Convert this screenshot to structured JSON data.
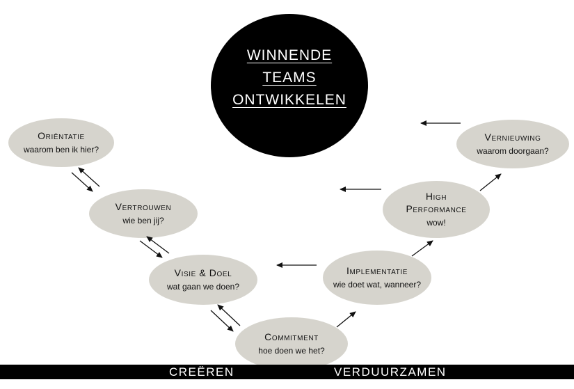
{
  "center": {
    "lines": [
      "WINNENDE",
      "TEAMS",
      "ONTWIKKELEN"
    ]
  },
  "nodes": {
    "orientatie": {
      "title": "Oriëntatie",
      "subtitle": "waarom ben ik hier?"
    },
    "vertrouwen": {
      "title": "Vertrouwen",
      "subtitle": "wie ben jij?"
    },
    "visie": {
      "title": "Visie & Doel",
      "subtitle": "wat gaan we doen?"
    },
    "commitment": {
      "title": "Commitment",
      "subtitle": "hoe doen we het?"
    },
    "implementatie": {
      "title": "Implementatie",
      "subtitle": "wie doet wat, wanneer?"
    },
    "high": {
      "title1": "High",
      "title2": "Performance",
      "subtitle": "wow!"
    },
    "vernieuwing": {
      "title": "Vernieuwing",
      "subtitle": "waarom doorgaan?"
    }
  },
  "footer": {
    "left": "CREËREN",
    "right": "VERDUURZAMEN"
  },
  "colors": {
    "node_fill": "#d6d4cd",
    "circle": "#000000",
    "footer": "#000000"
  }
}
